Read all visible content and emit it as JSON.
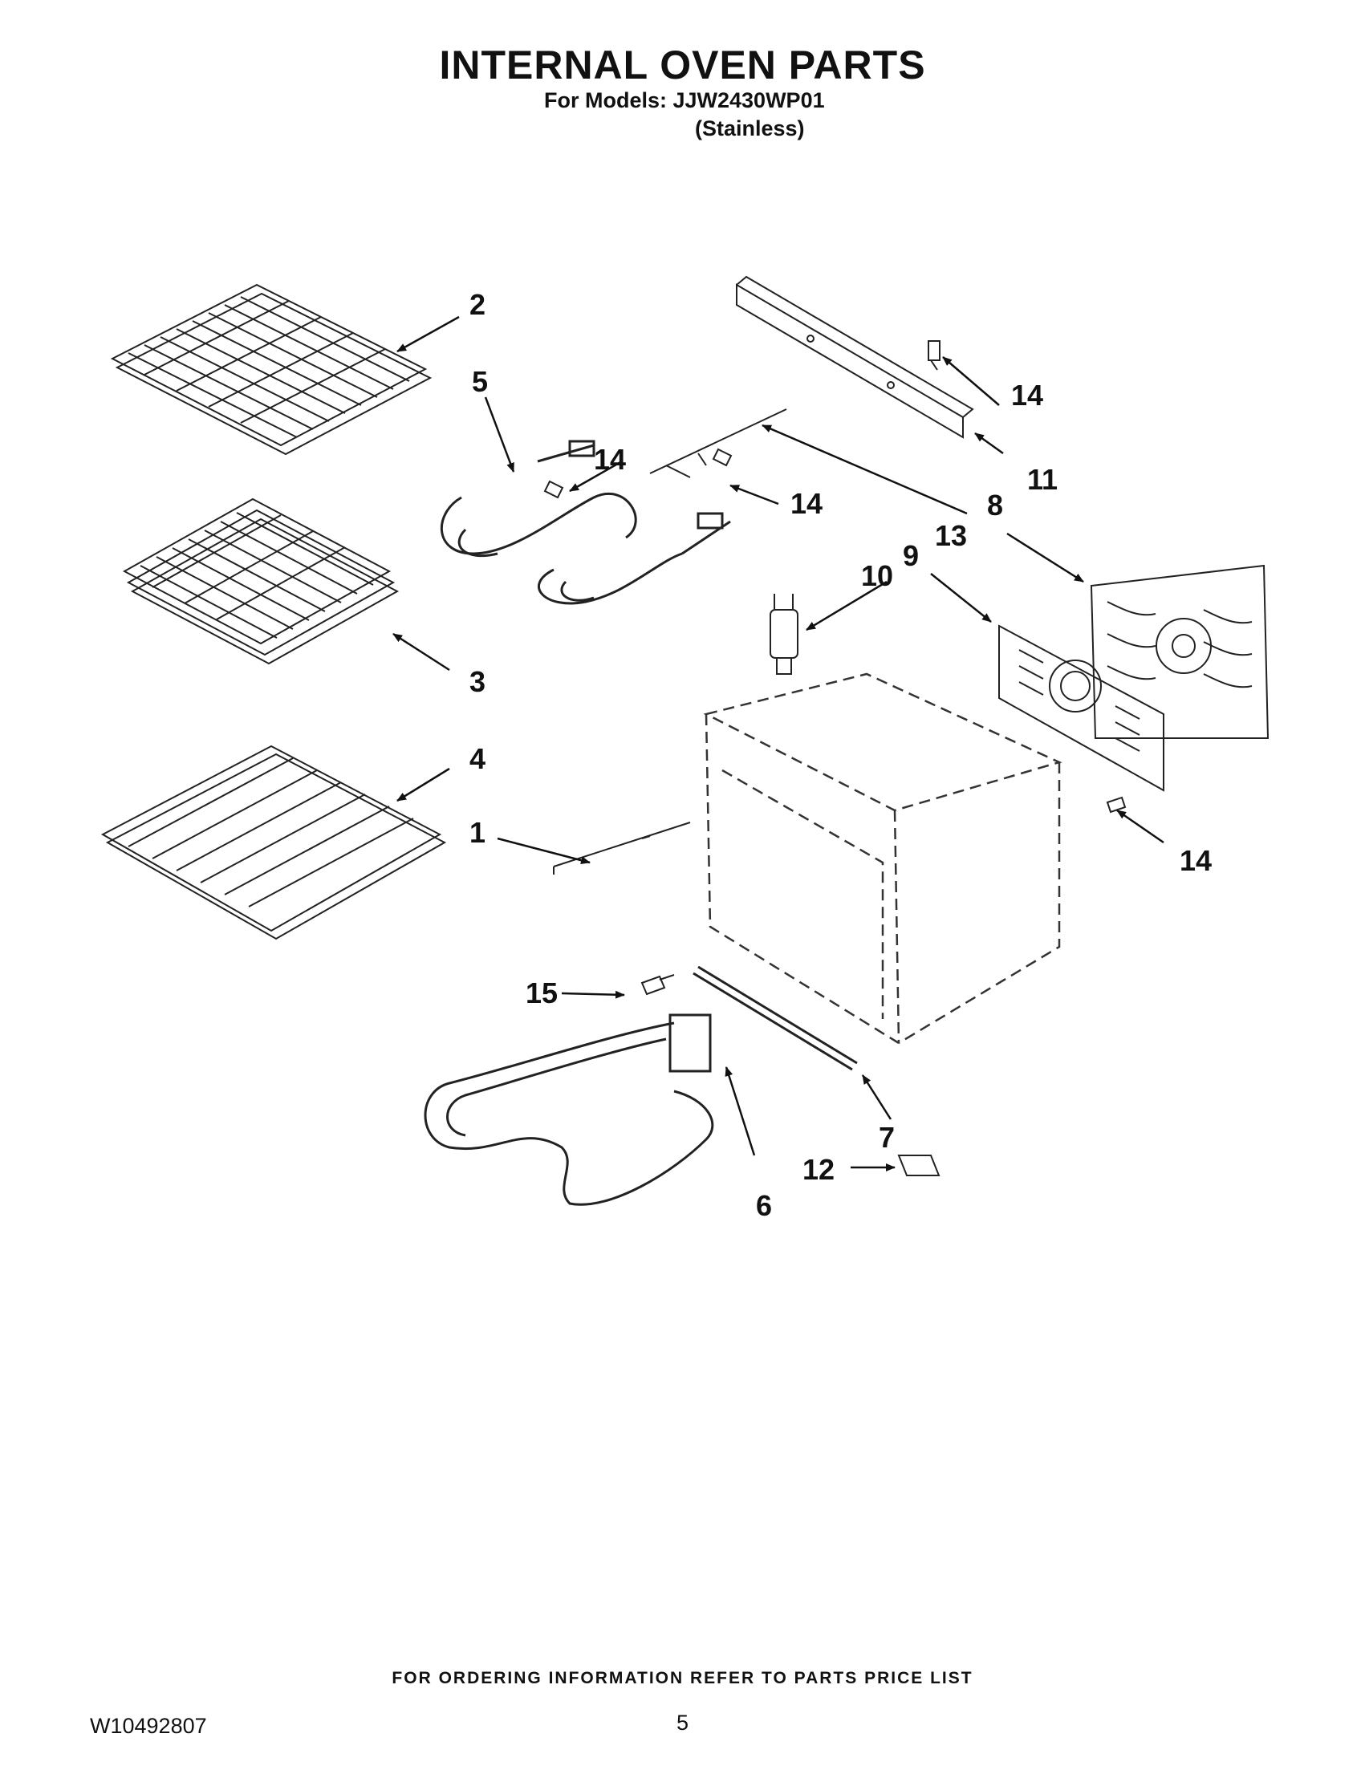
{
  "header": {
    "title": "INTERNAL OVEN PARTS",
    "models": "For Models: JJW2430WP01",
    "variant": "(Stainless)"
  },
  "callouts": {
    "c1": "1",
    "c2": "2",
    "c3": "3",
    "c4": "4",
    "c5": "5",
    "c6": "6",
    "c7": "7",
    "c8": "8",
    "c9": "9",
    "c10": "10",
    "c11": "11",
    "c12": "12",
    "c13": "13",
    "c14a": "14",
    "c14b": "14",
    "c14c": "14",
    "c14d": "14",
    "c15": "15"
  },
  "footer": {
    "ordering_note": "FOR ORDERING INFORMATION REFER TO PARTS PRICE LIST",
    "document_number": "W10492807",
    "page_number": "5"
  }
}
